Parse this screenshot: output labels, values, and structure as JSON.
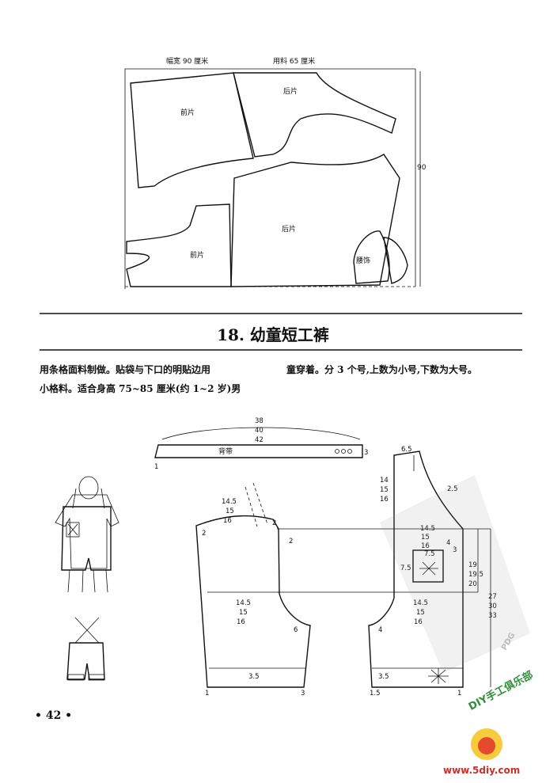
{
  "top_layout": {
    "width_label": "幅宽 90 厘米",
    "usage_label": "用料 65 厘米",
    "height_label": "90",
    "pieces": {
      "front_top": "前片",
      "back_top": "后片",
      "back_bottom": "后片",
      "front_bottom": "前片",
      "waist_trim": "腰饰"
    }
  },
  "section": {
    "title": "18. 幼童短工裤"
  },
  "description": {
    "col1_line1": "用条格面料制做。贴袋与下口的明贴边用",
    "col1_line2": "小格料。适合身高 75~85 厘米(约 1~2 岁)男",
    "col2_line1": "童穿着。分 3 个号,上数为小号,下数为大号。"
  },
  "strap": {
    "label": "背带",
    "len_small": "38",
    "len_mid": "40",
    "len_large": "42",
    "end_left": "1",
    "end_right": "3"
  },
  "front_pattern": {
    "top_s": "14.5",
    "top_m": "15",
    "top_l": "16",
    "left_mark": "2",
    "right_mark": "2",
    "side_mark": "2",
    "mid_s": "14.5",
    "mid_m": "15",
    "mid_l": "16",
    "crotch": "6",
    "hem": "3.5",
    "foot_left": "1",
    "foot_right": "3"
  },
  "back_pattern": {
    "top_width": "6.5",
    "bib_s": "14",
    "bib_m": "15",
    "bib_l": "16",
    "strap_slant": "2.5",
    "waist_s": "14.5",
    "waist_m": "15",
    "waist_l": "16",
    "waist_mark": "4",
    "pocket_w": "7.5",
    "pocket_mark": "3",
    "pocket_h": "7.5",
    "side_s": "19",
    "side_m": "19.5",
    "side_l": "20",
    "total_s": "27",
    "total_m": "30",
    "total_l": "33",
    "mid_s": "14.5",
    "mid_m": "15",
    "mid_l": "16",
    "crotch": "4",
    "hem": "3.5",
    "foot_left": "1.5",
    "foot_right": "1"
  },
  "page_number": "• 42 •",
  "watermark": {
    "brand": "DIY手工俱乐部",
    "url": "www.5diy.com",
    "pdg": "PDG"
  }
}
